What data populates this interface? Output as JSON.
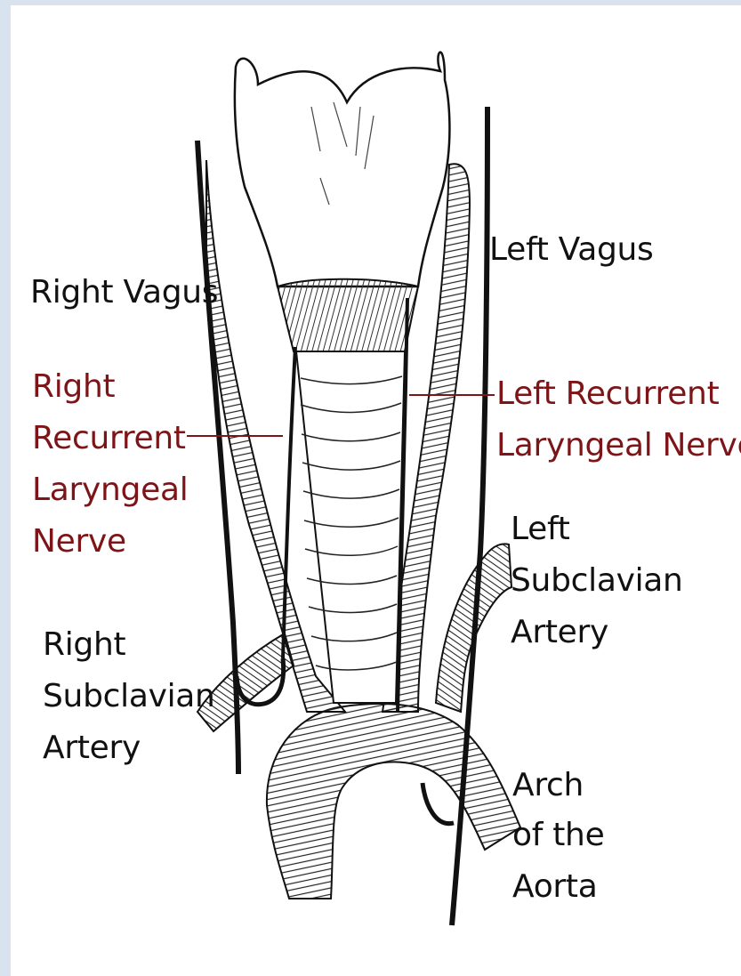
{
  "labels": {
    "right_vagus": "Right Vagus",
    "left_vagus": "Left Vagus",
    "right_recurrent": [
      "Right",
      "Recurrent",
      "Laryngeal",
      "Nerve"
    ],
    "left_recurrent": [
      "Left Recurrent",
      "Laryngeal Nerve"
    ],
    "right_subclavian": [
      "Right",
      "Subclavian",
      "Artery"
    ],
    "left_subclavian": [
      "Left",
      "Subclavian",
      "Artery"
    ],
    "arch": [
      "Arch",
      "of the",
      "Aorta"
    ]
  },
  "colors": {
    "background": "#d9e3f0",
    "panel": "#ffffff",
    "ink": "#111111",
    "recurrent_label": "#7d1518"
  }
}
